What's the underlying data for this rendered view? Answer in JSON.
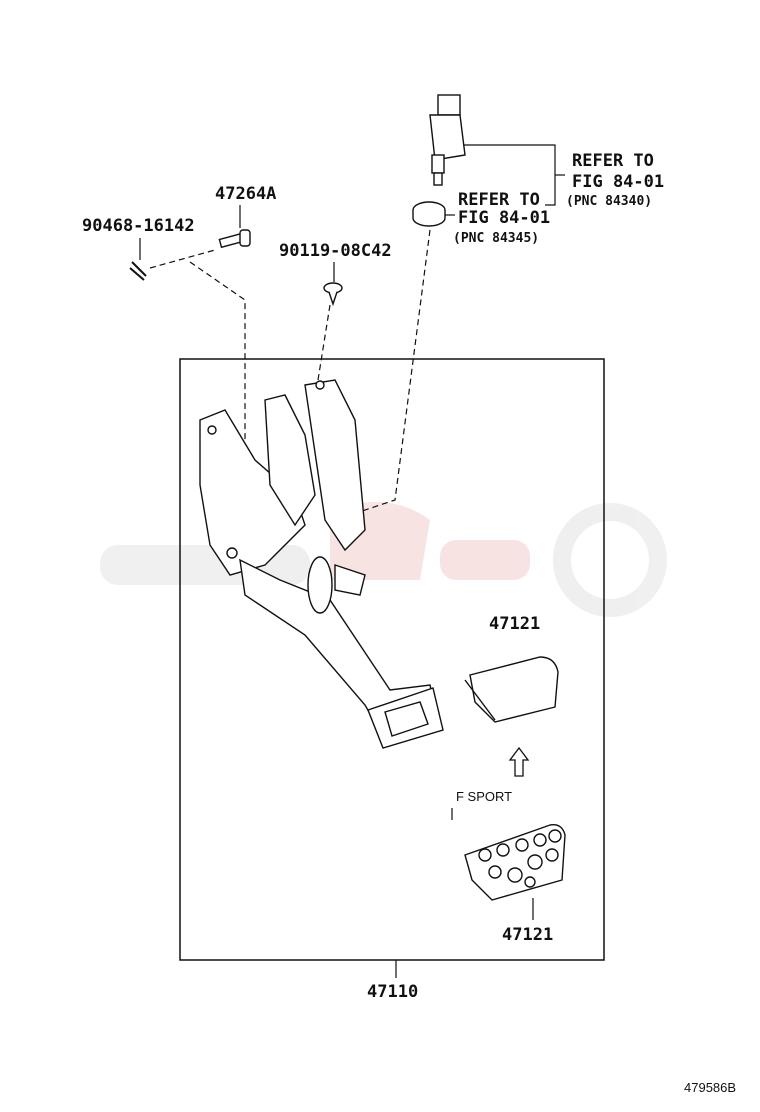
{
  "parts": {
    "p90468": "90468-16142",
    "p47264A": "47264A",
    "p90119": "90119-08C42",
    "p47121_std": "47121",
    "p47121_fsport": "47121",
    "p47110": "47110"
  },
  "refs": {
    "switch_upper": {
      "line1": "REFER TO",
      "line2": "FIG 84-01",
      "pnc": "(PNC 84340)"
    },
    "switch_lower": {
      "line1": "REFER TO",
      "line2": "FIG 84-01",
      "pnc": "(PNC 84345)"
    }
  },
  "variant_label": "F SPORT",
  "figure_id": "479586B",
  "watermark": "logo"
}
